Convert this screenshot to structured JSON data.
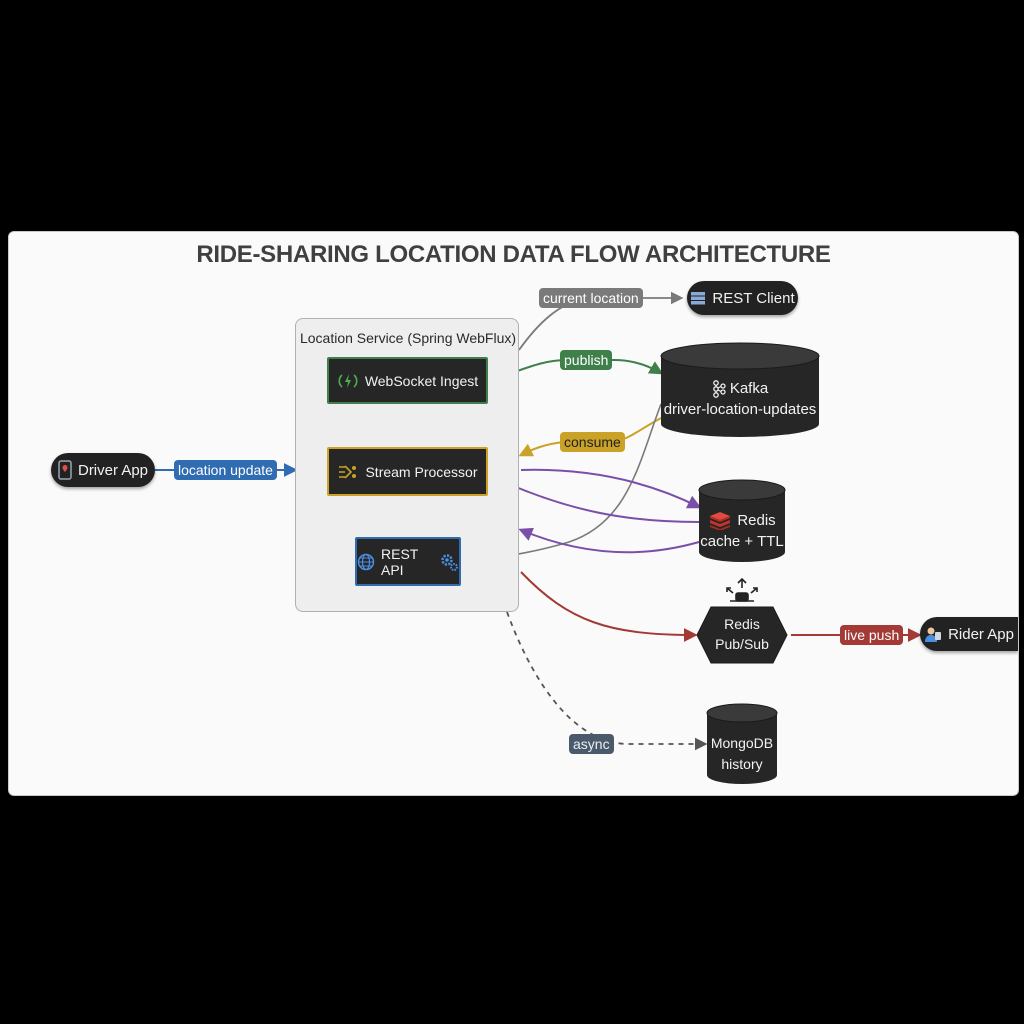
{
  "title": "RIDE-SHARING LOCATION DATA FLOW ARCHITECTURE",
  "container": {
    "label": "Location Service (Spring WebFlux)",
    "components": {
      "websocket": "WebSocket Ingest",
      "stream": "Stream Processor",
      "rest_api": "REST API"
    }
  },
  "nodes": {
    "driver_app": "Driver App",
    "rest_client": "REST Client",
    "kafka": {
      "name": "Kafka",
      "topic": "driver-location-updates"
    },
    "redis_cache": {
      "name": "Redis",
      "detail": "cache + TTL"
    },
    "redis_pubsub": {
      "line1": "Redis",
      "line2": "Pub/Sub"
    },
    "rider_app": "Rider App",
    "mongodb": {
      "line1": "MongoDB",
      "line2": "history"
    }
  },
  "edge_labels": {
    "location_update": "location update",
    "current_location": "current location",
    "publish": "publish",
    "consume": "consume",
    "live_push": "live push",
    "async": "async"
  },
  "colors": {
    "blue": "#2f6cb2",
    "green": "#3f7f4a",
    "yellow": "#c9a227",
    "purple": "#7a4fa8",
    "red": "#a33a35",
    "gray": "#7a7a7a",
    "dark": "#262626"
  },
  "icons": {
    "driver_app": "phone-pin-icon",
    "rest_client": "server-icon",
    "websocket": "websocket-signal-icon",
    "stream": "stream-filter-icon",
    "rest_api": "globe-gear-icon",
    "kafka": "kafka-icon",
    "redis": "redis-icon",
    "pubsub": "broadcast-icon",
    "rider_app": "user-icon"
  }
}
